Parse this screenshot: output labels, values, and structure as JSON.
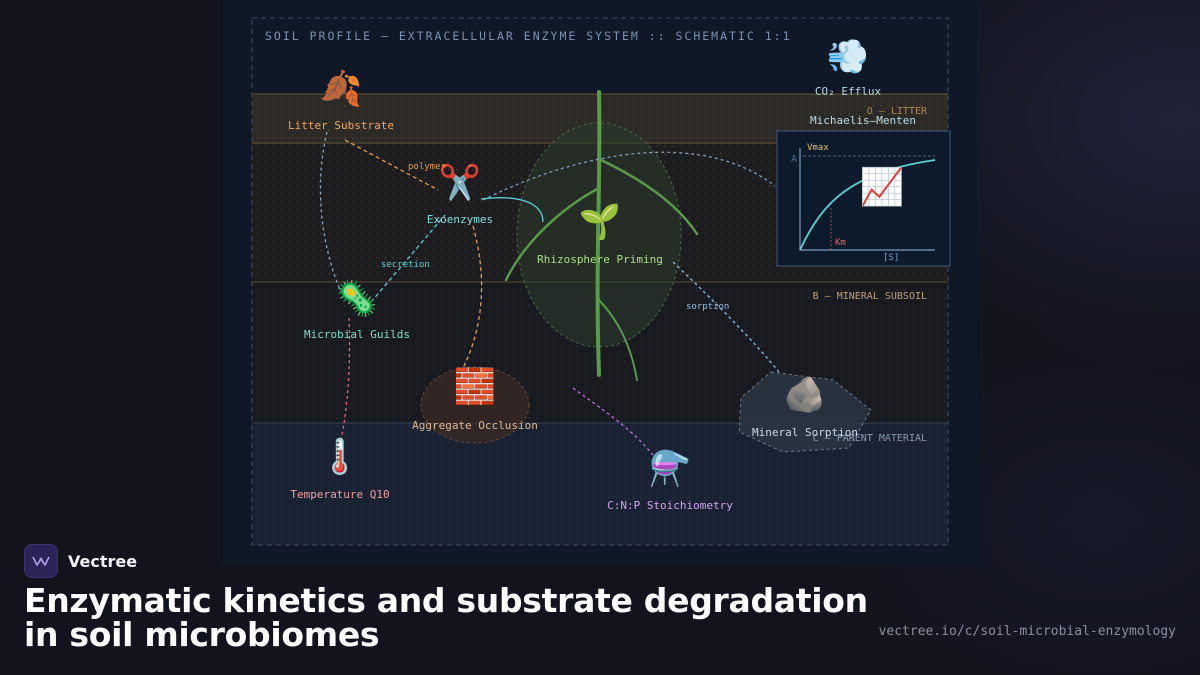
{
  "diagram": {
    "title": "SOIL PROFILE — EXTRACELLULAR ENZYME SYSTEM :: SCHEMATIC 1:1",
    "horizons": {
      "o": "O — LITTER",
      "a": "A",
      "b": "B — MINERAL SUBSOIL",
      "c": "C — PARENT MATERIAL"
    },
    "nodes": {
      "litter": "Litter Substrate",
      "exoenzymes": "Exoenzymes",
      "microbes": "Microbial Guilds",
      "rhizosphere": "Rhizosphere Priming",
      "aggregate": "Aggregate Occlusion",
      "mineral": "Mineral Sorption",
      "temperature": "Temperature Q10",
      "stoich": "C:N:P Stoichiometry",
      "co2": "CO₂ Efflux"
    },
    "edges": {
      "polymer": "polymer",
      "secretion": "secretion",
      "sorption": "sorption"
    },
    "kinetics": {
      "title": "Michaelis–Menten",
      "vmax": "Vmax",
      "km": "Km",
      "substrate": "[S]"
    },
    "icons": {
      "litter": "fallen-leaves-icon",
      "exoenzymes": "scissors-icon",
      "microbes": "microbe-icon",
      "rhizosphere": "seedling-icon",
      "aggregate": "brick-icon",
      "mineral": "rock-icon",
      "temperature": "thermometer-icon",
      "stoich": "flask-icon",
      "co2": "cloud-icon",
      "chart": "chart-increasing-icon"
    },
    "colors": {
      "litter": "#f0a860",
      "exoenzymes": "#7ee0e0",
      "microbes": "#7ee0c8",
      "rhizosphere": "#a8e07e",
      "aggregate": "#e0b890",
      "mineral": "#d0d8e4",
      "temperature": "#f0a0a0",
      "stoich": "#d8a0f0",
      "co2": "#b8d8e8"
    }
  },
  "footer": {
    "brand": "Vectree",
    "headline": "Enzymatic kinetics and substrate degradation in soil microbiomes",
    "url": "vectree.io/c/soil-microbial-enzymology"
  }
}
